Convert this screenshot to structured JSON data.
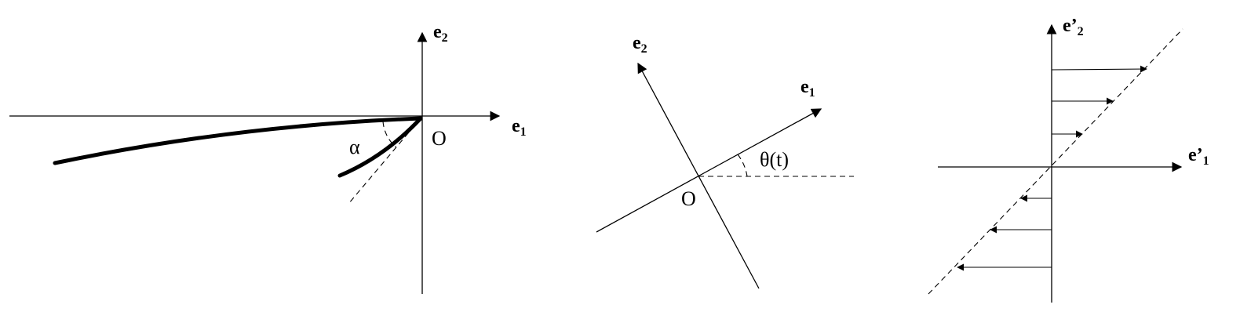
{
  "panel_left": {
    "axis_e1": {
      "base": "e",
      "sub": "1"
    },
    "axis_e2": {
      "base": "e",
      "sub": "2"
    },
    "origin": "O",
    "angle": "α"
  },
  "panel_middle": {
    "axis_e1": {
      "base": "e",
      "sub": "1"
    },
    "axis_e2": {
      "base": "e",
      "sub": "2"
    },
    "origin": "O",
    "angle": "θ(t)"
  },
  "panel_right": {
    "axis_e1": {
      "base": "e’",
      "sub": "1"
    },
    "axis_e2": {
      "base": "e’",
      "sub": "2"
    }
  }
}
